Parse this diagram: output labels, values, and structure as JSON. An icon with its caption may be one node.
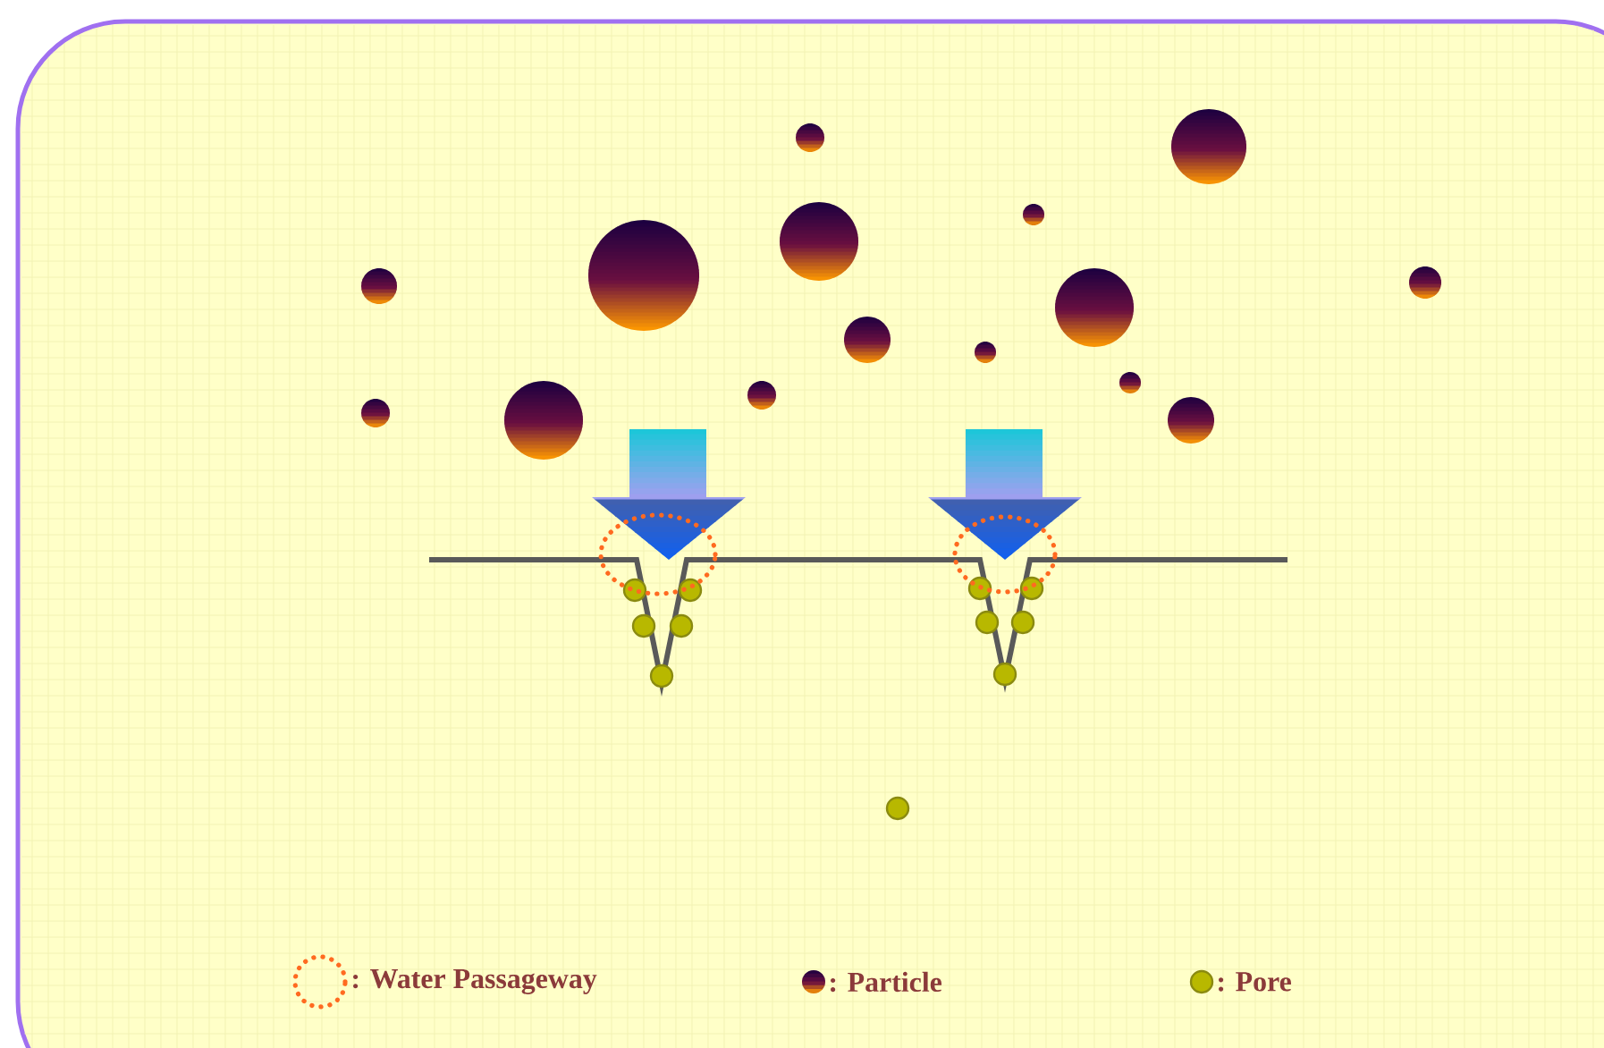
{
  "diagram": {
    "legend": [
      {
        "text": ": Water Passageway"
      },
      {
        "text": ": Particle"
      },
      {
        "text": ": Pore"
      }
    ]
  }
}
